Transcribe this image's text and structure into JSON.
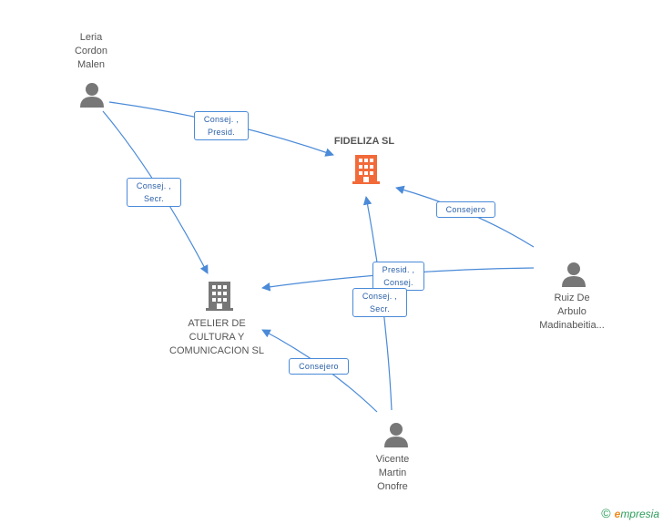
{
  "colors": {
    "edge": "#4a8ad8",
    "company_main": "#f26a3a",
    "company_other": "#777777",
    "person": "#777777",
    "label_text": "#2a5fa8"
  },
  "nodes": {
    "fideliza": {
      "name": "FIDELIZA SL",
      "icon": "building-icon"
    },
    "atelier": {
      "lines": [
        "ATELIER DE",
        "CULTURA Y",
        "COMUNICACION SL"
      ],
      "icon": "building-icon"
    },
    "leria": {
      "lines": [
        "Leria",
        "Cordon",
        "Malen"
      ],
      "icon": "person-icon"
    },
    "ruiz": {
      "lines": [
        "Ruiz De",
        "Arbulo",
        "Madinabeitia..."
      ],
      "icon": "person-icon"
    },
    "vicente": {
      "lines": [
        "Vicente",
        "Martin",
        "Onofre"
      ],
      "icon": "person-icon"
    }
  },
  "edges": {
    "leria_fideliza": [
      "Consej. ,",
      "Presid."
    ],
    "leria_atelier": [
      "Consej. ,",
      "Secr."
    ],
    "ruiz_fideliza": [
      "Consejero"
    ],
    "ruiz_atelier": [
      "Presid. ,",
      "Consej."
    ],
    "vicente_fideliza": [
      "Consej. ,",
      "Secr."
    ],
    "vicente_atelier": [
      "Consejero"
    ]
  },
  "footer": {
    "copyright": "©",
    "brand_first": "e",
    "brand_rest": "mpresia"
  }
}
